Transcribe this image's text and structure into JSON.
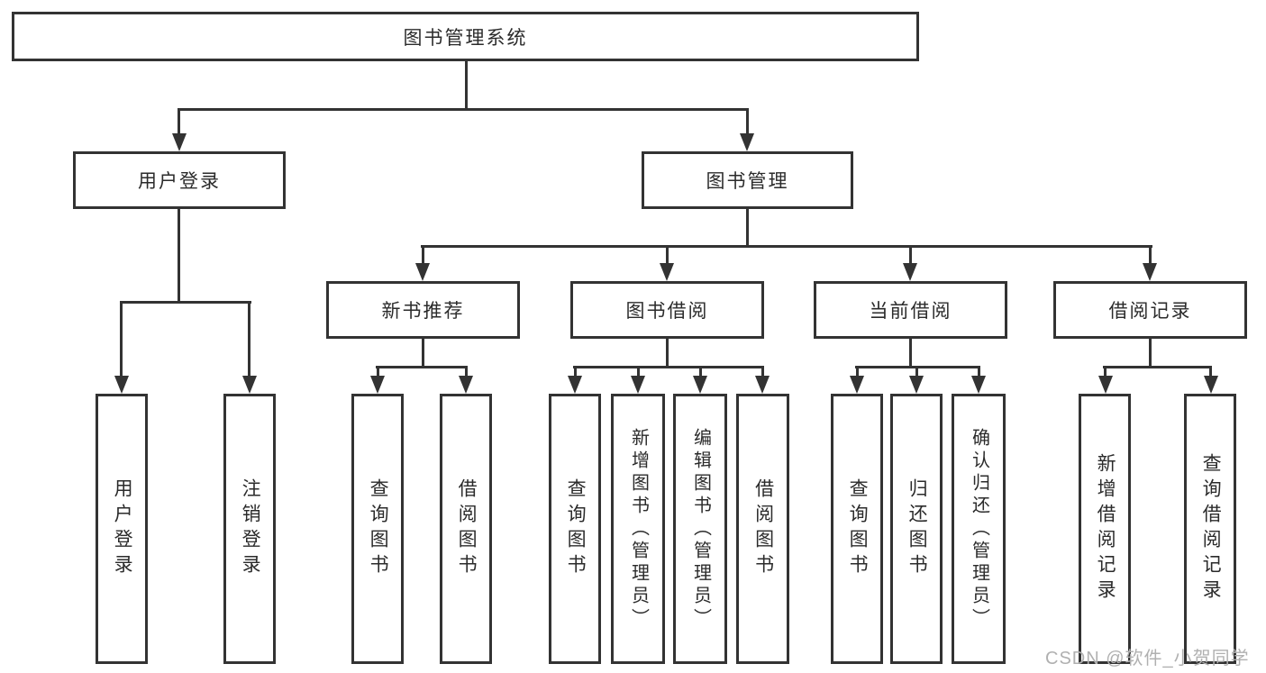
{
  "title": "图书管理系统",
  "level2": [
    {
      "label": "用户登录"
    },
    {
      "label": "图书管理"
    }
  ],
  "user_login_children": [
    "用户登录",
    "注销登录"
  ],
  "book_management_sections": [
    {
      "label": "新书推荐",
      "children": [
        "查询图书",
        "借阅图书"
      ]
    },
    {
      "label": "图书借阅",
      "children": [
        "查询图书",
        "新增图书（管理员）",
        "编辑图书（管理员）",
        "借阅图书"
      ]
    },
    {
      "label": "当前借阅",
      "children": [
        "查询图书",
        "归还图书",
        "确认归还（管理员）"
      ]
    },
    {
      "label": "借阅记录",
      "children": [
        "新增借阅记录",
        "查询借阅记录"
      ]
    }
  ],
  "watermark": "CSDN @软件_小贺同学",
  "colors": {
    "line": "#333333",
    "text": "#2b2b2b",
    "watermark": "#b0b0b0",
    "background": "#ffffff"
  }
}
